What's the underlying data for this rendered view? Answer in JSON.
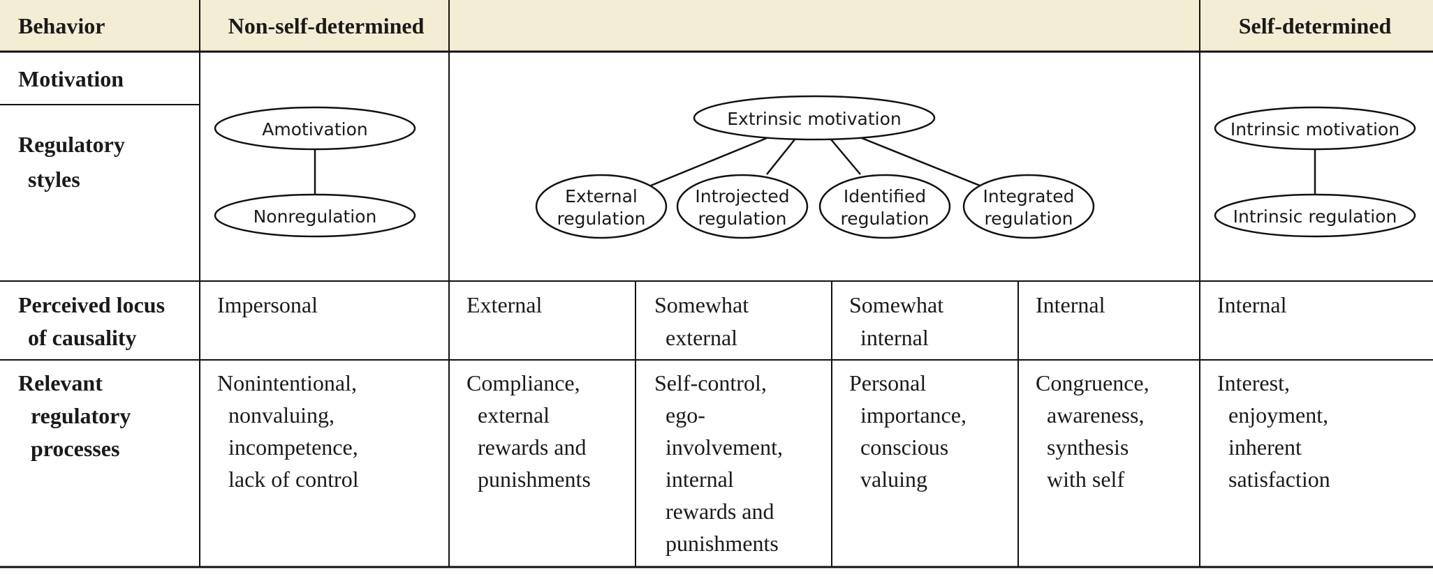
{
  "header": {
    "behavior": "Behavior",
    "non_self_determined": "Non-self-determined",
    "self_determined": "Self-determined",
    "fill_color": "#F3EDD4"
  },
  "rows": {
    "motivation": "Motivation",
    "regulatory_styles": [
      "Regulatory",
      "styles"
    ],
    "perceived_locus": [
      "Perceived locus",
      "of causality"
    ],
    "relevant_processes": [
      "Relevant",
      "regulatory",
      "processes"
    ]
  },
  "nodes": {
    "amotivation": [
      "Amotivation"
    ],
    "nonregulation": [
      "Nonregulation"
    ],
    "extrinsic_motivation": [
      "Extrinsic motivation"
    ],
    "external_regulation": [
      "External",
      "regulation"
    ],
    "introjected_regulation": [
      "Introjected",
      "regulation"
    ],
    "identified_regulation": [
      "Identified",
      "regulation"
    ],
    "integrated_regulation": [
      "Integrated",
      "regulation"
    ],
    "intrinsic_motivation": [
      "Intrinsic motivation"
    ],
    "intrinsic_regulation": [
      "Intrinsic regulation"
    ]
  },
  "locus": [
    [
      "Impersonal"
    ],
    [
      "External"
    ],
    [
      "Somewhat",
      "external"
    ],
    [
      "Somewhat",
      "internal"
    ],
    [
      "Internal"
    ],
    [
      "Internal"
    ]
  ],
  "processes": [
    [
      "Nonintentional,",
      "nonvaluing,",
      "incompetence,",
      "lack of control"
    ],
    [
      "Compliance,",
      "external",
      "rewards and",
      "punishments"
    ],
    [
      "Self-control,",
      "ego-",
      "involvement,",
      "internal",
      "rewards and",
      "punishments"
    ],
    [
      "Personal",
      "importance,",
      "conscious",
      "valuing"
    ],
    [
      "Congruence,",
      "awareness,",
      "synthesis",
      "with self"
    ],
    [
      "Interest,",
      "enjoyment,",
      "inherent",
      "satisfaction"
    ]
  ]
}
